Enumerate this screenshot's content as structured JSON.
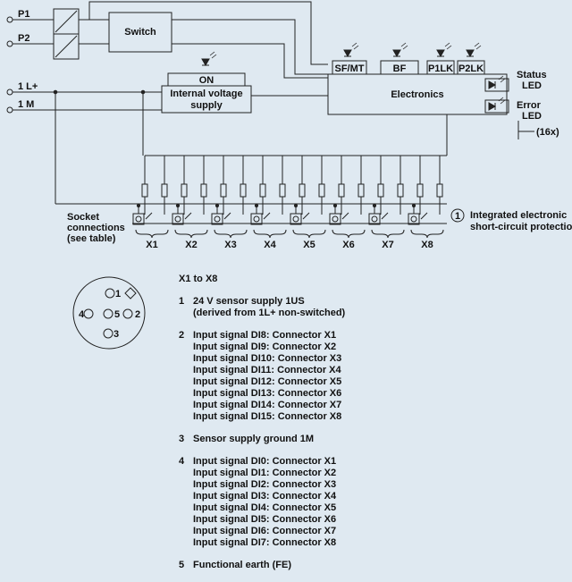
{
  "diagram": {
    "inputs": {
      "p1": "P1",
      "p2": "P2",
      "l_plus": "1 L+",
      "m": "1 M"
    },
    "switch_label": "Switch",
    "internal_supply": {
      "line1": "Internal voltage",
      "line2": "supply",
      "led_label": "ON"
    },
    "electronics_label": "Electronics",
    "leds": [
      "SF/MT",
      "BF",
      "P1LK",
      "P2LK"
    ],
    "status_led": {
      "line1": "Status",
      "line2": "LED"
    },
    "error_led": {
      "line1": "Error",
      "line2": "LED"
    },
    "error_led_count": "(16x)",
    "socket_label": {
      "line1": "Socket",
      "line2": "connections",
      "line3": "(see table)"
    },
    "protection": {
      "marker": "1",
      "line1": "Integrated electronic",
      "line2": "short-circuit protection"
    },
    "connectors": [
      "X1",
      "X2",
      "X3",
      "X4",
      "X5",
      "X6",
      "X7",
      "X8"
    ]
  },
  "pinout": {
    "pins": [
      "1",
      "2",
      "3",
      "4",
      "5"
    ]
  },
  "legend": {
    "title": "X1 to X8",
    "entries": [
      {
        "number": "1",
        "lines": [
          "24 V sensor supply 1US",
          "(derived from 1L+ non-switched)"
        ]
      },
      {
        "number": "2",
        "lines": [
          "Input signal DI8: Connector X1",
          "Input signal DI9: Connector X2",
          "Input signal DI10: Connector X3",
          "Input signal DI11: Connector X4",
          "Input signal DI12: Connector X5",
          "Input signal DI13: Connector X6",
          "Input signal DI14: Connector X7",
          "Input signal DI15: Connector X8"
        ]
      },
      {
        "number": "3",
        "lines": [
          "Sensor supply ground 1M"
        ]
      },
      {
        "number": "4",
        "lines": [
          "Input signal DI0: Connector X1",
          "Input signal DI1: Connector X2",
          "Input signal DI2: Connector X3",
          "Input signal DI3: Connector X4",
          "Input signal DI4: Connector X5",
          "Input signal DI5: Connector X6",
          "Input signal DI6: Connector X7",
          "Input signal DI7: Connector X8"
        ]
      },
      {
        "number": "5",
        "lines": [
          "Functional earth (FE)"
        ]
      }
    ]
  }
}
